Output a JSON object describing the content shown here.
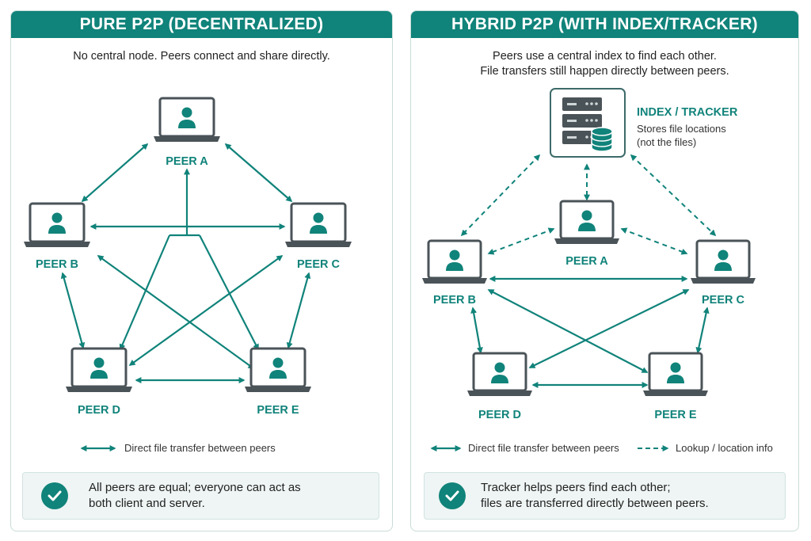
{
  "pure": {
    "title": "PURE P2P (DECENTRALIZED)",
    "subtitle": "No central node. Peers connect and share directly.",
    "peers": [
      "PEER A",
      "PEER B",
      "PEER C",
      "PEER D",
      "PEER E"
    ],
    "legend": "Direct file transfer between peers",
    "note": [
      "All peers are equal; everyone can act as",
      "both client and server."
    ]
  },
  "hybrid": {
    "title": "HYBRID P2P (WITH INDEX/TRACKER)",
    "subtitle": [
      "Peers use a central index to find each other.",
      "File transfers still happen directly between peers."
    ],
    "tracker_title": "INDEX / TRACKER",
    "tracker_desc": [
      "Stores file locations",
      "(not the files)"
    ],
    "peers": [
      "PEER A",
      "PEER B",
      "PEER C",
      "PEER D",
      "PEER E"
    ],
    "legend_direct": "Direct file transfer between peers",
    "legend_lookup": "Lookup / location info",
    "note": [
      "Tracker helps peers find each other;",
      "files are transferred directly between peers."
    ]
  },
  "colors": {
    "accent": "#10837a",
    "laptop": "#4a5358",
    "note_bg": "#eef5f4"
  },
  "icons": [
    "laptop-icon",
    "user-icon",
    "server-icon",
    "database-icon",
    "check-icon",
    "double-arrow-icon"
  ]
}
